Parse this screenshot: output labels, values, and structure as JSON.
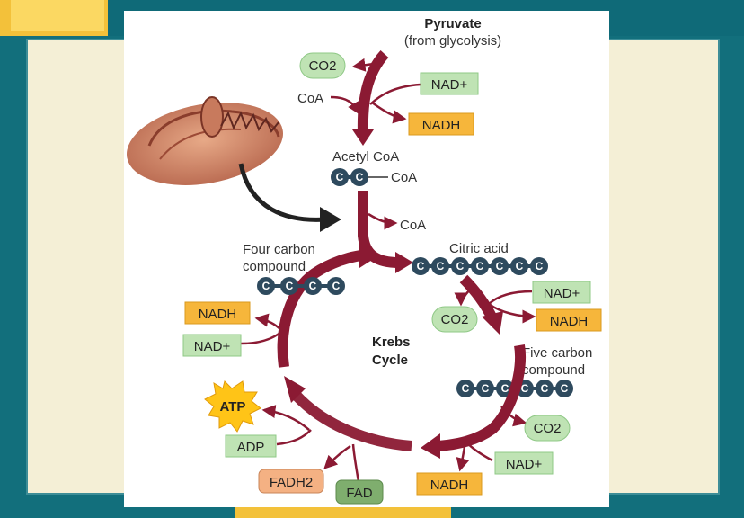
{
  "diagram": {
    "start": {
      "title": "Pyruvate",
      "subtitle": "(from glycolysis)"
    },
    "acetyl_coa": "Acetyl CoA",
    "coa_in": "CoA",
    "coa_attached": "CoA",
    "coa_out": "CoA",
    "citric_acid": "Citric acid",
    "four_carbon": {
      "line1": "Four carbon",
      "line2": "compound"
    },
    "five_carbon": {
      "line1": "Five carbon",
      "line2": "compound"
    },
    "cycle": {
      "line1": "Krebs",
      "line2": "Cycle"
    },
    "carbon": "C",
    "molecules": {
      "co2": "CO2",
      "nad": "NAD+",
      "nadh": "NADH",
      "atp": "ATP",
      "adp": "ADP",
      "fadh2": "FADH2",
      "fad": "FAD"
    },
    "colors": {
      "arrow": "#8b1a33",
      "green_box": "#bfe3b4",
      "orange_box": "#f6b63b",
      "fadh2_box": "#f4b183",
      "fad_box": "#7fae6e",
      "carbon": "#2e4a5e",
      "atp_star": "#ffc417"
    }
  }
}
